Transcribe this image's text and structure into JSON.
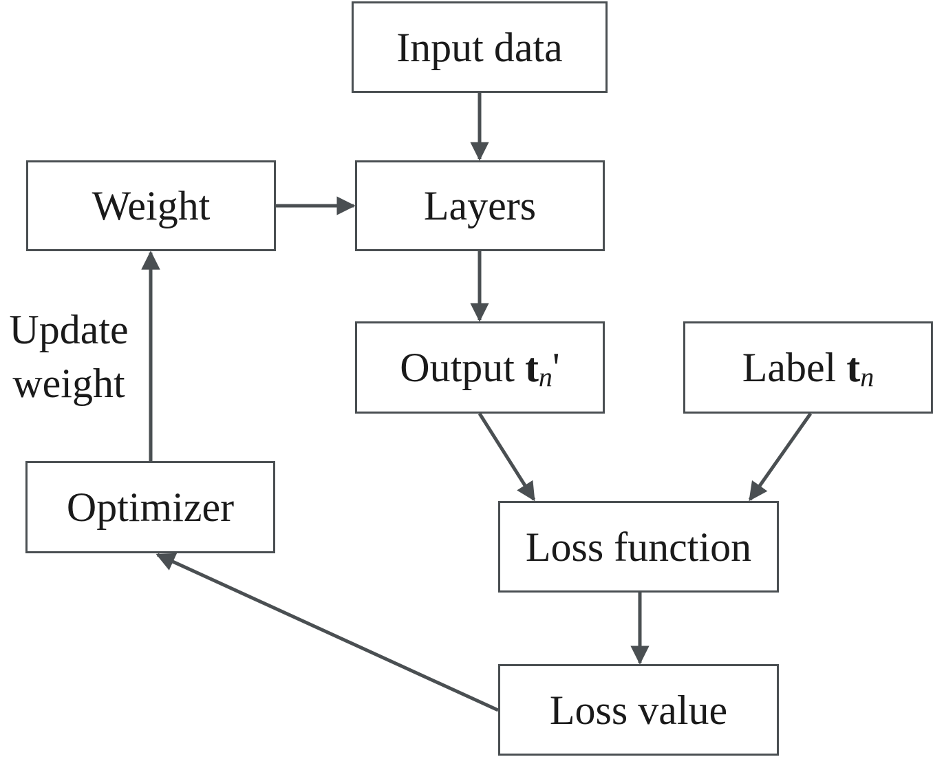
{
  "nodes": {
    "input": {
      "label": "Input data"
    },
    "layers": {
      "label": "Layers"
    },
    "weight": {
      "label": "Weight"
    },
    "output": {
      "label": "Output",
      "symbol": "t",
      "subscript": "n",
      "prime": "'"
    },
    "label": {
      "label": "Label",
      "symbol": "t",
      "subscript": "n"
    },
    "optimizer": {
      "label": "Optimizer"
    },
    "loss_function": {
      "label": "Loss function"
    },
    "loss_value": {
      "label": "Loss value"
    }
  },
  "edge_labels": {
    "update_weight": [
      "Update",
      "weight"
    ]
  },
  "edges": [
    {
      "from": "input",
      "to": "layers"
    },
    {
      "from": "weight",
      "to": "layers"
    },
    {
      "from": "layers",
      "to": "output"
    },
    {
      "from": "output",
      "to": "loss_function"
    },
    {
      "from": "label",
      "to": "loss_function"
    },
    {
      "from": "loss_function",
      "to": "loss_value"
    },
    {
      "from": "loss_value",
      "to": "optimizer"
    },
    {
      "from": "optimizer",
      "to": "weight",
      "label": "update_weight"
    }
  ],
  "colors": {
    "line": "#4a4f52",
    "text": "#1a1a1a",
    "background": "#ffffff"
  }
}
